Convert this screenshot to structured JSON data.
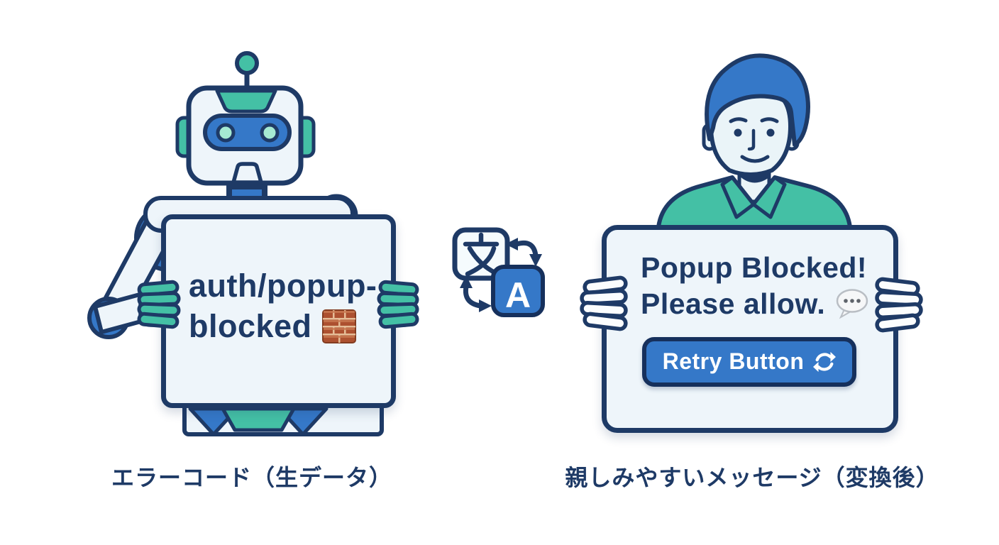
{
  "illustration": {
    "left": {
      "figure": "robot-mascot",
      "sign_line1": "auth/popup-",
      "sign_line2": "blocked",
      "sign_emoji": "brick-wall-emoji",
      "caption": "エラーコード（生データ）"
    },
    "center": {
      "icon": "translate-icon",
      "source_glyph": "文",
      "target_glyph": "A"
    },
    "right": {
      "figure": "person",
      "sign_line1": "Popup Blocked!",
      "sign_line2": "Please allow.",
      "sign_emoji": "speech-balloon-emoji",
      "button_label": "Retry Button",
      "button_icon": "refresh-icon",
      "caption": "親しみやすいメッセージ（変換後）"
    },
    "colors": {
      "outline_navy": "#1e3a66",
      "accent_blue": "#3578c8",
      "accent_teal": "#44c0a5",
      "sign_background": "#eef5fa",
      "skin": "#eaf4f8",
      "brick": "#ad5130"
    }
  }
}
